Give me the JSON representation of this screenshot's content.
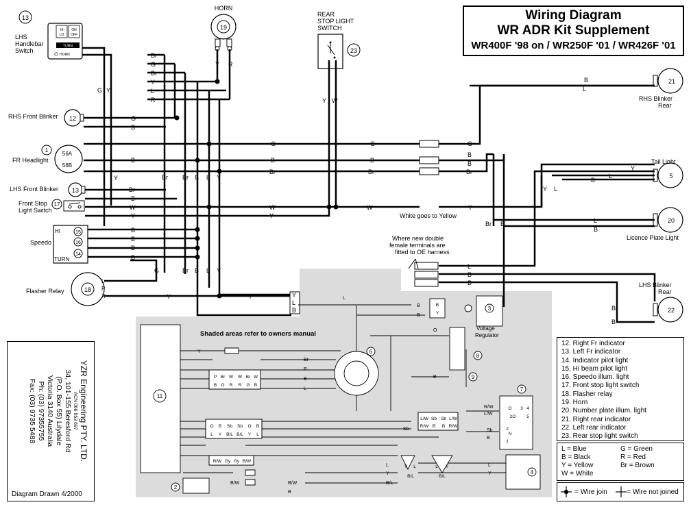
{
  "title": {
    "line1": "Wiring Diagram",
    "line2": "WR ADR Kit Supplement",
    "line3": "WR400F '98 on / WR250F '01 / WR426F '01"
  },
  "components": {
    "lhs_handlebar_switch": {
      "label": "LHS\nHandlebar\nSwitch",
      "number": "13",
      "hi": "HI",
      "lo": "LO",
      "on": "ON",
      "off": "OFF",
      "turn": "TURN",
      "horn": "HORN"
    },
    "horn": {
      "label": "HORN",
      "number": "19"
    },
    "rear_stop_switch": {
      "label": "REAR\nSTOP LIGHT\nSWITCH",
      "number": "23"
    },
    "rhs_front_blinker": {
      "label": "RHS Front Blinker",
      "number": "12"
    },
    "headlight": {
      "label": "FR Headlight",
      "number": "1",
      "pin_a": "56A",
      "pin_b": "56B"
    },
    "lhs_front_blinker": {
      "label": "LHS Front Blinker",
      "number": "13"
    },
    "front_stop_switch": {
      "label": "Front Stop\nLight Switch",
      "number": "17"
    },
    "speedo": {
      "label": "Speedo",
      "hi": "HI",
      "turn": "TURN",
      "pins": [
        "15",
        "16",
        "14"
      ]
    },
    "flasher_relay": {
      "label": "Flasher Relay",
      "number": "18",
      "pins": [
        "L",
        "P",
        "X"
      ]
    },
    "rhs_blinker_rear": {
      "label": "RHS Blinker\nRear",
      "number": "21"
    },
    "tail_light": {
      "label": "Tail Light",
      "number": "5"
    },
    "licence_plate_light": {
      "label": "Licence Plate Light",
      "number": "20"
    },
    "lhs_blinker_rear": {
      "label": "LHS Blinker\nRear",
      "number": "22"
    },
    "voltage_regulator": {
      "label": "Voltage\nRegulator",
      "number": "3"
    }
  },
  "notes": {
    "white_to_yellow": "White goes to Yellow",
    "double_terminals": "Where new double\nfemale terminals are\nfitted to OE harness",
    "shaded": "Shaded areas refer to owners manual"
  },
  "shaded_numbers": [
    "2",
    "4",
    "6",
    "7",
    "8",
    "9",
    "11"
  ],
  "wire_labels": {
    "top_harness": [
      "Br",
      "G",
      "Br",
      "Y",
      "L",
      "R"
    ],
    "horn_pins": [
      "Y",
      "R"
    ],
    "stop_pins": [
      "Y",
      "W"
    ],
    "switch_pins": [
      "G",
      "Y"
    ],
    "main_runs": [
      "G",
      "B",
      "Br",
      "W",
      "Y"
    ],
    "rear_terminals": [
      "L",
      "B",
      "B"
    ],
    "left_terminals": [
      "Y",
      "L",
      "B"
    ],
    "speedo_wires": [
      "B",
      "B",
      "B",
      "B"
    ],
    "vertical_bus": [
      "Br",
      "Br",
      "B",
      "L",
      "Y",
      "Y"
    ],
    "gy": [
      "G",
      "Y"
    ],
    "rear_wires": [
      "Br",
      "B",
      "Y",
      "L",
      "B",
      "L",
      "B",
      "Br",
      "B"
    ],
    "shaded_wire": [
      "Y",
      "B",
      "B",
      "O",
      "B",
      "Br",
      "P",
      "B",
      "L",
      "B",
      "Y",
      "R/W",
      "L/W",
      "Sb",
      "B",
      "L",
      "Y",
      "B/L",
      "B/W",
      "B/W",
      "B",
      "G"
    ]
  },
  "connectors": {
    "c6_top": [
      "P",
      "Br",
      "W",
      "W",
      "Br",
      "W"
    ],
    "c6_bot": [
      "B",
      "G",
      "R",
      "R",
      "G",
      "B"
    ],
    "c7_top": [
      "O",
      "B",
      "Sb",
      "Sb",
      "O",
      "B"
    ],
    "c7_bot": [
      "L",
      "Y",
      "B/L",
      "B/L",
      "Y",
      "L"
    ],
    "c2": [
      "B/W",
      "Gy",
      "Gy",
      "B/W"
    ],
    "c_rw": [
      "L/W",
      "Sb",
      "Sb",
      "L/W"
    ],
    "c_rw2": [
      "R/W",
      "B",
      "B",
      "R/W"
    ],
    "tri1": [
      "Y",
      "L",
      "B/L"
    ],
    "tri2": [
      "L",
      "Y",
      "B/L"
    ],
    "regulator_pins": [
      "B",
      "Y"
    ],
    "sw7": [
      "3",
      "4",
      "5",
      "2",
      "1"
    ],
    "sw7_labels": [
      "2O",
      "O",
      "N"
    ]
  },
  "legend": [
    "12. Right Fr indicator",
    "13. Left Fr indicator",
    "14. Indicator pilot light",
    "15. Hi beam pilot light",
    "16. Speedo illum. light",
    "17. Front stop light switch",
    "18. Flasher relay",
    "19. Horn",
    "20. Number plate illum. light",
    "21. Right rear indicator",
    "22. Left rear indicator",
    "23. Rear stop light switch"
  ],
  "color_codes": [
    "L = Blue",
    "G = Green",
    "B = Black",
    "R = Red",
    "Y = Yellow",
    "Br = Brown",
    "W = White",
    ""
  ],
  "join_legend": {
    "joined": "= Wire join",
    "not_joined": "= Wire not joined"
  },
  "company": {
    "name": "YZR Engineering PTY. LTD.",
    "acn": "ACN 066 553 697",
    "address": [
      "34, 101-155 Beresford Rd",
      "(P.O. Box 55) Lilydale",
      "Victoria 3140 Australia"
    ],
    "phone": "Ph: (03) 97355755",
    "fax": "Fax: (03) 9735 5488",
    "drawn": "Diagram Drawn 4/2000"
  }
}
